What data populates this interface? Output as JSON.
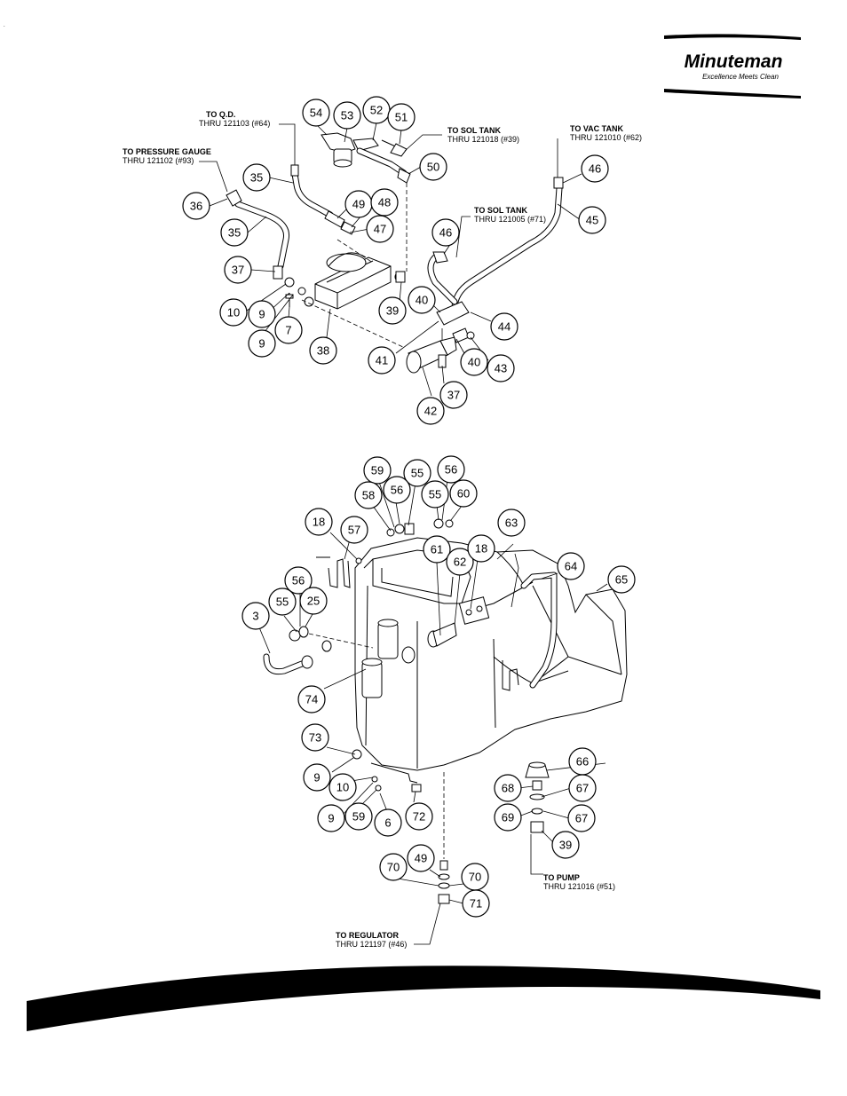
{
  "brand": {
    "name": "Minuteman",
    "tagline": "Excellence Meets Clean"
  },
  "callouts": [
    {
      "id": "c54",
      "label": "54"
    },
    {
      "id": "c53",
      "label": "53"
    },
    {
      "id": "c52",
      "label": "52"
    },
    {
      "id": "c51",
      "label": "51"
    },
    {
      "id": "c50",
      "label": "50"
    },
    {
      "id": "c35a",
      "label": "35"
    },
    {
      "id": "c36",
      "label": "36"
    },
    {
      "id": "c49a",
      "label": "49"
    },
    {
      "id": "c48",
      "label": "48"
    },
    {
      "id": "c35b",
      "label": "35"
    },
    {
      "id": "c47",
      "label": "47"
    },
    {
      "id": "c37a",
      "label": "37"
    },
    {
      "id": "c10a",
      "label": "10"
    },
    {
      "id": "c9a",
      "label": "9"
    },
    {
      "id": "c9b",
      "label": "9"
    },
    {
      "id": "c7",
      "label": "7"
    },
    {
      "id": "c38",
      "label": "38"
    },
    {
      "id": "c39a",
      "label": "39"
    },
    {
      "id": "c46a",
      "label": "46"
    },
    {
      "id": "c45",
      "label": "45"
    },
    {
      "id": "c46b",
      "label": "46"
    },
    {
      "id": "c40a",
      "label": "40"
    },
    {
      "id": "c44",
      "label": "44"
    },
    {
      "id": "c41",
      "label": "41"
    },
    {
      "id": "c40b",
      "label": "40"
    },
    {
      "id": "c43",
      "label": "43"
    },
    {
      "id": "c37b",
      "label": "37"
    },
    {
      "id": "c42",
      "label": "42"
    },
    {
      "id": "c59a",
      "label": "59"
    },
    {
      "id": "c55a",
      "label": "55"
    },
    {
      "id": "c56a",
      "label": "56"
    },
    {
      "id": "c58",
      "label": "58"
    },
    {
      "id": "c56b",
      "label": "56"
    },
    {
      "id": "c55b",
      "label": "55"
    },
    {
      "id": "c60",
      "label": "60"
    },
    {
      "id": "c18a",
      "label": "18"
    },
    {
      "id": "c57",
      "label": "57"
    },
    {
      "id": "c63",
      "label": "63"
    },
    {
      "id": "c61",
      "label": "61"
    },
    {
      "id": "c62",
      "label": "62"
    },
    {
      "id": "c18b",
      "label": "18"
    },
    {
      "id": "c64",
      "label": "64"
    },
    {
      "id": "c65",
      "label": "65"
    },
    {
      "id": "c56c",
      "label": "56"
    },
    {
      "id": "c55c",
      "label": "55"
    },
    {
      "id": "c25",
      "label": "25"
    },
    {
      "id": "c3",
      "label": "3"
    },
    {
      "id": "c74",
      "label": "74"
    },
    {
      "id": "c73",
      "label": "73"
    },
    {
      "id": "c9c",
      "label": "9"
    },
    {
      "id": "c10b",
      "label": "10"
    },
    {
      "id": "c9d",
      "label": "9"
    },
    {
      "id": "c59b",
      "label": "59"
    },
    {
      "id": "c6",
      "label": "6"
    },
    {
      "id": "c72",
      "label": "72"
    },
    {
      "id": "c66",
      "label": "66"
    },
    {
      "id": "c68",
      "label": "68"
    },
    {
      "id": "c67a",
      "label": "67"
    },
    {
      "id": "c69",
      "label": "69"
    },
    {
      "id": "c67b",
      "label": "67"
    },
    {
      "id": "c39b",
      "label": "39"
    },
    {
      "id": "c49b",
      "label": "49"
    },
    {
      "id": "c70a",
      "label": "70"
    },
    {
      "id": "c70b",
      "label": "70"
    },
    {
      "id": "c71",
      "label": "71"
    }
  ],
  "refs": [
    {
      "id": "r_qd",
      "line1": "TO Q.D.",
      "line2": "THRU 121103 (#64)"
    },
    {
      "id": "r_pg",
      "line1": "TO PRESSURE GAUGE",
      "line2": "THRU 121102 (#93)"
    },
    {
      "id": "r_sol1",
      "line1": "TO SOL TANK",
      "line2": "THRU 121018 (#39)"
    },
    {
      "id": "r_vac",
      "line1": "TO VAC TANK",
      "line2": "THRU 121010 (#62)"
    },
    {
      "id": "r_sol2",
      "line1": "TO SOL TANK",
      "line2": "THRU 121005 (#71)"
    },
    {
      "id": "r_pump",
      "line1": "TO PUMP",
      "line2": "THRU 121016 (#51)"
    },
    {
      "id": "r_reg",
      "line1": "TO REGULATOR",
      "line2": "THRU 121197 (#46)"
    }
  ]
}
